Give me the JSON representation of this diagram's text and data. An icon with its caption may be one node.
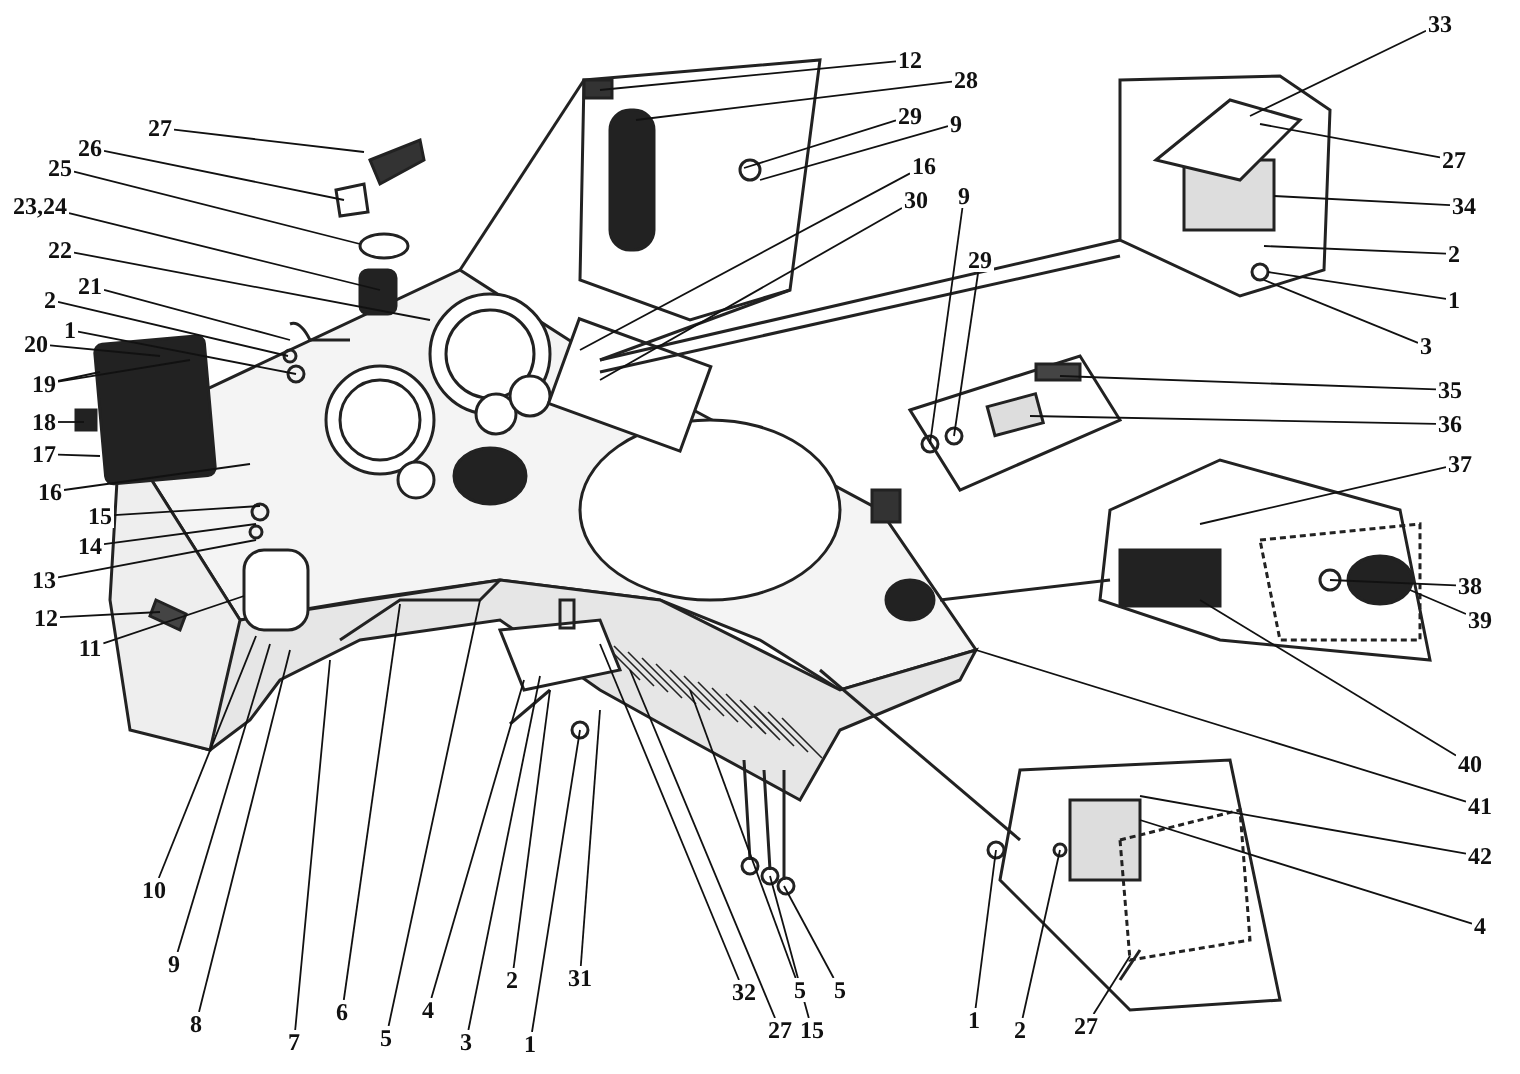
{
  "diagram": {
    "nodes": [
      {
        "text": [
          "33"
        ]
      },
      {
        "text": [
          "12"
        ]
      },
      {
        "text": [
          "28"
        ]
      },
      {
        "text": [
          "27"
        ]
      },
      {
        "text": [
          "29"
        ]
      },
      {
        "text": [
          "9"
        ]
      },
      {
        "text": [
          "26"
        ]
      },
      {
        "text": [
          "27"
        ]
      },
      {
        "text": [
          "16"
        ]
      },
      {
        "text": [
          "25"
        ]
      },
      {
        "text": [
          "9"
        ]
      },
      {
        "text": [
          "30"
        ]
      },
      {
        "text": [
          "34"
        ]
      },
      {
        "text": [
          "23,24"
        ]
      },
      {
        "text": [
          "22"
        ]
      },
      {
        "text": [
          "2"
        ]
      },
      {
        "text": [
          "29"
        ]
      },
      {
        "text": [
          "21"
        ]
      },
      {
        "text": [
          "1"
        ]
      },
      {
        "text": [
          "2"
        ]
      },
      {
        "text": [
          "1"
        ]
      },
      {
        "text": [
          "20"
        ]
      },
      {
        "text": [
          "3"
        ]
      },
      {
        "text": [
          "19"
        ]
      },
      {
        "text": [
          "35"
        ]
      },
      {
        "text": [
          "18"
        ]
      },
      {
        "text": [
          "36"
        ]
      },
      {
        "text": [
          "17"
        ]
      },
      {
        "text": [
          "37"
        ]
      },
      {
        "text": [
          "16"
        ]
      },
      {
        "text": [
          "15"
        ]
      },
      {
        "text": [
          "14"
        ]
      },
      {
        "text": [
          "13"
        ]
      },
      {
        "text": [
          "38"
        ]
      },
      {
        "text": [
          "12"
        ]
      },
      {
        "text": [
          "39"
        ]
      },
      {
        "text": [
          "11"
        ]
      },
      {
        "text": [
          "40"
        ]
      },
      {
        "text": [
          "41"
        ]
      },
      {
        "text": [
          "42"
        ]
      },
      {
        "text": [
          "10"
        ]
      },
      {
        "text": [
          "4"
        ]
      },
      {
        "text": [
          "9"
        ]
      },
      {
        "text": [
          "32"
        ]
      },
      {
        "text": [
          "2"
        ]
      },
      {
        "text": [
          "31"
        ]
      },
      {
        "text": [
          "5"
        ]
      },
      {
        "text": [
          "5"
        ]
      },
      {
        "text": [
          "8"
        ]
      },
      {
        "text": [
          "1"
        ]
      },
      {
        "text": [
          "27"
        ]
      },
      {
        "text": [
          "15"
        ]
      },
      {
        "text": [
          "2"
        ]
      },
      {
        "text": [
          "27"
        ]
      },
      {
        "text": [
          "7"
        ]
      },
      {
        "text": [
          "6"
        ]
      },
      {
        "text": [
          "5"
        ]
      },
      {
        "text": [
          "4"
        ]
      },
      {
        "text": [
          "3"
        ]
      },
      {
        "text": [
          "1"
        ]
      }
    ],
    "edges": [
      {
        "from": 0,
        "to": null,
        "arrow": "none"
      },
      {
        "from": 1,
        "to": null,
        "arrow": "none"
      },
      {
        "from": 2,
        "to": null,
        "arrow": "none"
      },
      {
        "from": 3,
        "to": null,
        "arrow": "none"
      },
      {
        "from": 4,
        "to": null,
        "arrow": "none"
      },
      {
        "from": 5,
        "to": null,
        "arrow": "none"
      },
      {
        "from": 6,
        "to": null,
        "arrow": "none"
      },
      {
        "from": 7,
        "to": null,
        "arrow": "none"
      },
      {
        "from": 8,
        "to": null,
        "arrow": "none"
      },
      {
        "from": 9,
        "to": null,
        "arrow": "none"
      },
      {
        "from": 10,
        "to": null,
        "arrow": "none"
      },
      {
        "from": 11,
        "to": null,
        "arrow": "none"
      },
      {
        "from": 12,
        "to": null,
        "arrow": "none"
      },
      {
        "from": 13,
        "to": null,
        "arrow": "none"
      },
      {
        "from": 14,
        "to": null,
        "arrow": "none"
      },
      {
        "from": 15,
        "to": null,
        "arrow": "none"
      },
      {
        "from": 16,
        "to": null,
        "arrow": "none"
      },
      {
        "from": 17,
        "to": null,
        "arrow": "none"
      },
      {
        "from": 18,
        "to": null,
        "arrow": "none"
      },
      {
        "from": 19,
        "to": null,
        "arrow": "none"
      },
      {
        "from": 20,
        "to": null,
        "arrow": "none"
      },
      {
        "from": 21,
        "to": null,
        "arrow": "none"
      },
      {
        "from": 22,
        "to": null,
        "arrow": "none"
      },
      {
        "from": 23,
        "to": null,
        "arrow": "none"
      },
      {
        "from": 23,
        "to": null,
        "arrow": "none"
      },
      {
        "from": 24,
        "to": null,
        "arrow": "none"
      },
      {
        "from": 25,
        "to": null,
        "arrow": "none"
      },
      {
        "from": 26,
        "to": null,
        "arrow": "none"
      },
      {
        "from": 27,
        "to": null,
        "arrow": "none"
      },
      {
        "from": 28,
        "to": null,
        "arrow": "none"
      },
      {
        "from": 29,
        "to": null,
        "arrow": "none"
      },
      {
        "from": 30,
        "to": null,
        "arrow": "none"
      },
      {
        "from": 31,
        "to": null,
        "arrow": "none"
      },
      {
        "from": 32,
        "to": null,
        "arrow": "none"
      },
      {
        "from": 33,
        "to": null,
        "arrow": "none"
      },
      {
        "from": 34,
        "to": null,
        "arrow": "none"
      },
      {
        "from": 35,
        "to": null,
        "arrow": "none"
      },
      {
        "from": 36,
        "to": null,
        "arrow": "none"
      },
      {
        "from": 37,
        "to": null,
        "arrow": "none"
      },
      {
        "from": 38,
        "to": null,
        "arrow": "none"
      },
      {
        "from": 39,
        "to": null,
        "arrow": "none"
      },
      {
        "from": 40,
        "to": null,
        "arrow": "none"
      },
      {
        "from": 41,
        "to": null,
        "arrow": "none"
      },
      {
        "from": 42,
        "to": null,
        "arrow": "none"
      },
      {
        "from": 43,
        "to": null,
        "arrow": "none"
      },
      {
        "from": 44,
        "to": null,
        "arrow": "none"
      },
      {
        "from": 45,
        "to": null,
        "arrow": "none"
      },
      {
        "from": 46,
        "to": null,
        "arrow": "none"
      },
      {
        "from": 47,
        "to": null,
        "arrow": "none"
      },
      {
        "from": 48,
        "to": null,
        "arrow": "none"
      },
      {
        "from": 49,
        "to": null,
        "arrow": "none"
      },
      {
        "from": 50,
        "to": null,
        "arrow": "none"
      },
      {
        "from": 51,
        "to": null,
        "arrow": "none"
      },
      {
        "from": 52,
        "to": null,
        "arrow": "none"
      },
      {
        "from": 53,
        "to": null,
        "arrow": "none"
      },
      {
        "from": 54,
        "to": null,
        "arrow": "none"
      },
      {
        "from": 55,
        "to": null,
        "arrow": "none"
      },
      {
        "from": 56,
        "to": null,
        "arrow": "none"
      },
      {
        "from": 57,
        "to": null,
        "arrow": "none"
      },
      {
        "from": 58,
        "to": null,
        "arrow": "none"
      },
      {
        "from": 59,
        "to": null,
        "arrow": "none"
      }
    ]
  }
}
